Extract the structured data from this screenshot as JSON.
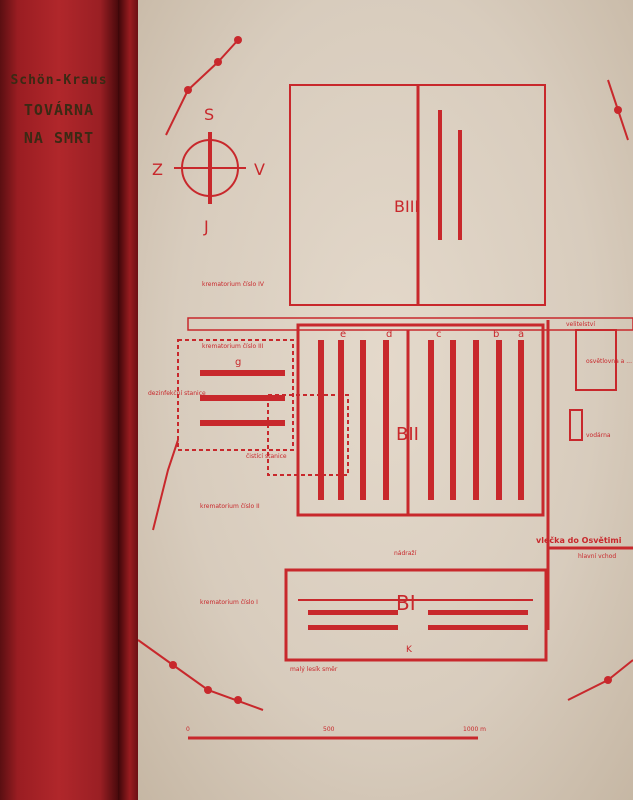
{
  "spine": {
    "author": "Schön-Kraus",
    "title_line1": "TOVÁRNA",
    "title_line2": "NA SMRT"
  },
  "compass": {
    "north": "S",
    "south": "J",
    "west": "Z",
    "east": "V"
  },
  "sections": {
    "b3": "BIII",
    "b2": "BII",
    "b1": "BI"
  },
  "labels": {
    "crem4": "krematorium číslo IV",
    "crem3": "krematorium číslo III",
    "crem2": "krematorium číslo II",
    "crem1": "krematorium číslo I",
    "disinfection": "dezinfekční stanice",
    "cleaning": "čistící stanice",
    "command": "velitelství",
    "storage": "osvětlovna a ...",
    "water": "vodárna",
    "railway": "vlečka do Osvětimi",
    "main_entrance": "hlavní vchod",
    "station": "nádraží",
    "forest": "malý lesík směr",
    "g": "g",
    "a": "a",
    "b": "b",
    "c": "c",
    "d": "d",
    "e": "e",
    "k": "K"
  },
  "scale": {
    "start": "0",
    "mid": "500",
    "end": "1000 m"
  },
  "colors": {
    "ink": "#c8282c",
    "paper": "#ddd2c4",
    "cloth": "#a82428"
  }
}
